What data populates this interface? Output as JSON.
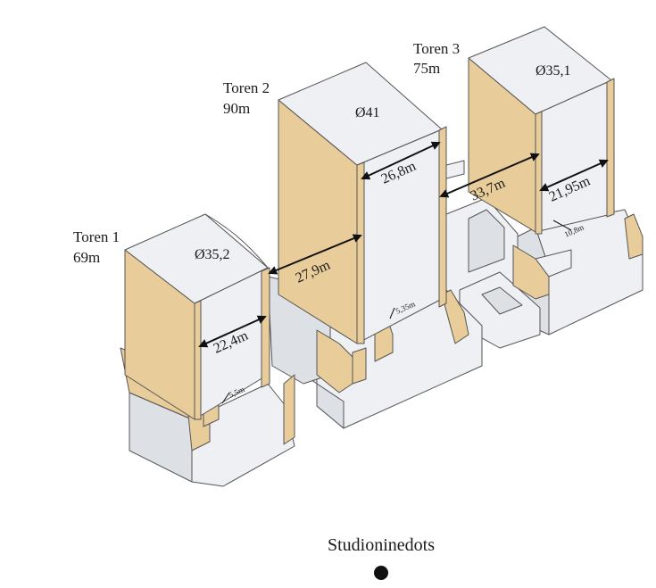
{
  "towers": [
    {
      "name": "Toren 1",
      "height": "69m",
      "diameter": "Ø35,2",
      "width": "22,4m",
      "small": "5,5m"
    },
    {
      "name": "Toren 2",
      "height": "90m",
      "diameter": "Ø41",
      "width": "26,8m",
      "small": "5,35m"
    },
    {
      "name": "Toren 3",
      "height": "75m",
      "diameter": "Ø35,1",
      "width": "21,95m",
      "small": "10,8m"
    }
  ],
  "spans": [
    "27,9m",
    "33,7m"
  ],
  "brand": "Studioninedots",
  "colors": {
    "wood": "#e8cc9a",
    "front": "#eef0f3",
    "side": "#dde1e6",
    "edge": "#555555",
    "ink": "#111111"
  }
}
